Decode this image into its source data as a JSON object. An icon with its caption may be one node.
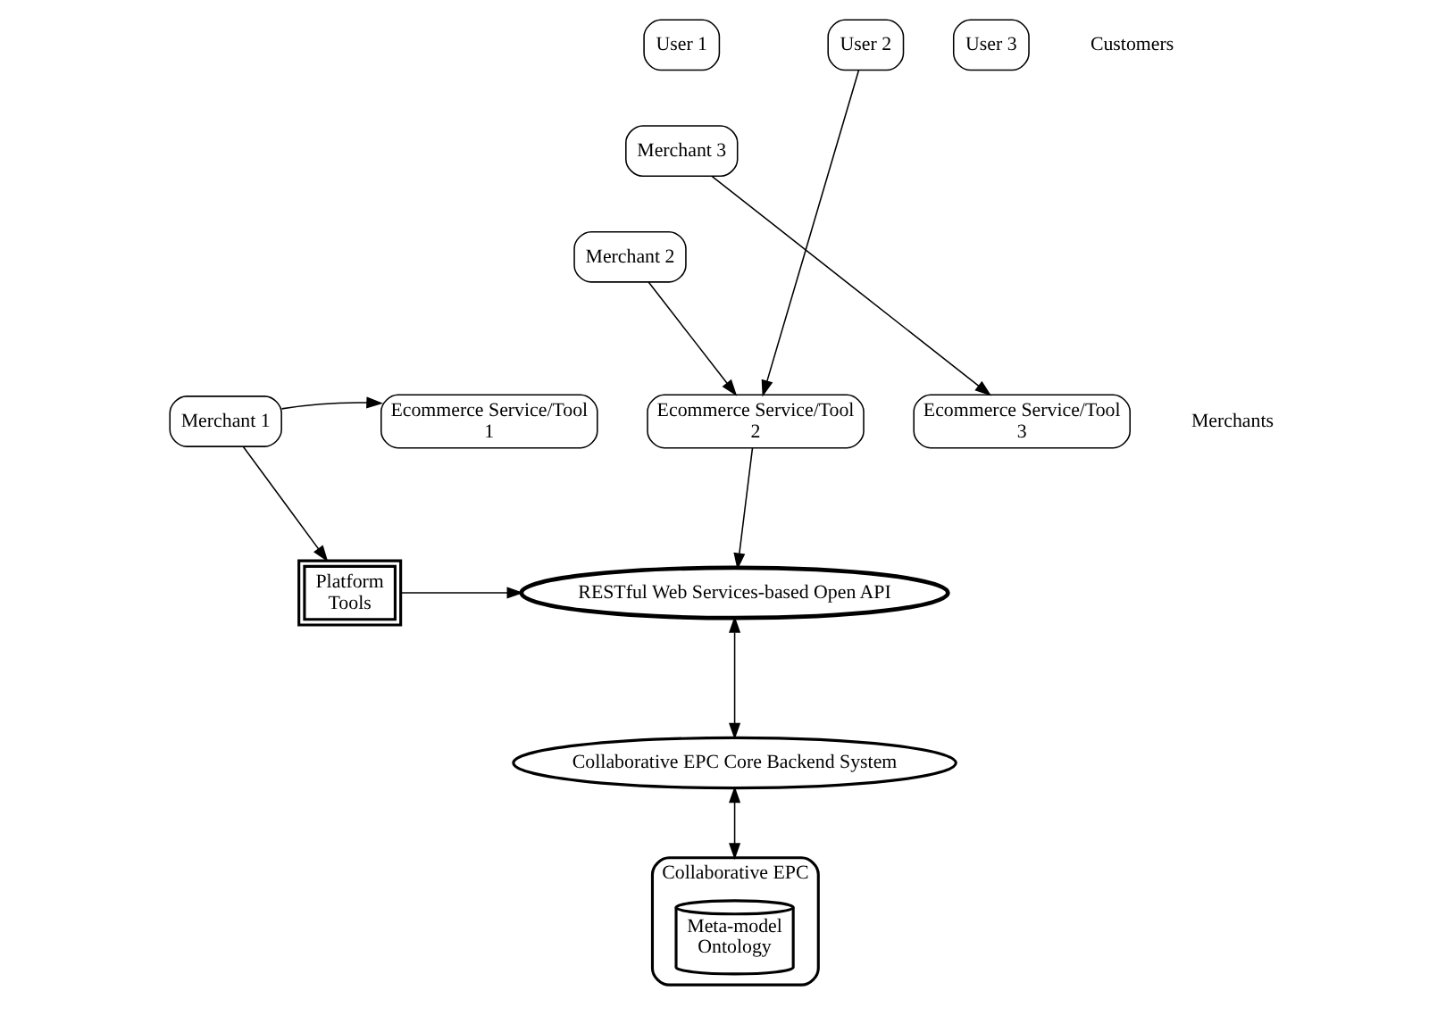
{
  "diagram": {
    "nodes": [
      {
        "text": [
          "User 1"
        ]
      },
      {
        "text": [
          "User 2"
        ]
      },
      {
        "text": [
          "User 3"
        ]
      },
      {
        "text": [
          "Merchant 3"
        ]
      },
      {
        "text": [
          "Merchant 2"
        ]
      },
      {
        "text": [
          "Merchant 1"
        ]
      },
      {
        "text": [
          "Ecommerce Service/Tool 1"
        ]
      },
      {
        "text": [
          "Ecommerce Service/Tool 2"
        ]
      },
      {
        "text": [
          "Ecommerce Service/Tool 3"
        ]
      },
      {
        "text": [
          "Platform Tools"
        ]
      },
      {
        "text": [
          "RESTful Web Services-based Open API"
        ]
      },
      {
        "text": [
          "Collaborative EPC Core Backend System"
        ]
      },
      {
        "text": [
          "Collaborative EPC"
        ]
      },
      {
        "text": [
          "Meta-model Ontology"
        ],
        "in": 12
      }
    ],
    "edges": [
      {
        "from": 1,
        "to": 7,
        "arrow": "to"
      },
      {
        "from": 3,
        "to": 8,
        "arrow": "to"
      },
      {
        "from": 4,
        "to": 7,
        "arrow": "to"
      },
      {
        "from": 5,
        "to": 6,
        "arrow": "to"
      },
      {
        "from": 5,
        "to": 9,
        "arrow": "to"
      },
      {
        "from": 7,
        "to": 10,
        "arrow": "to"
      },
      {
        "from": 9,
        "to": 10,
        "arrow": "to"
      },
      {
        "from": 10,
        "to": 11,
        "arrow": "both"
      },
      {
        "from": 11,
        "to": 12,
        "arrow": "both"
      }
    ],
    "labels": [
      "Customers",
      "Merchants"
    ]
  }
}
